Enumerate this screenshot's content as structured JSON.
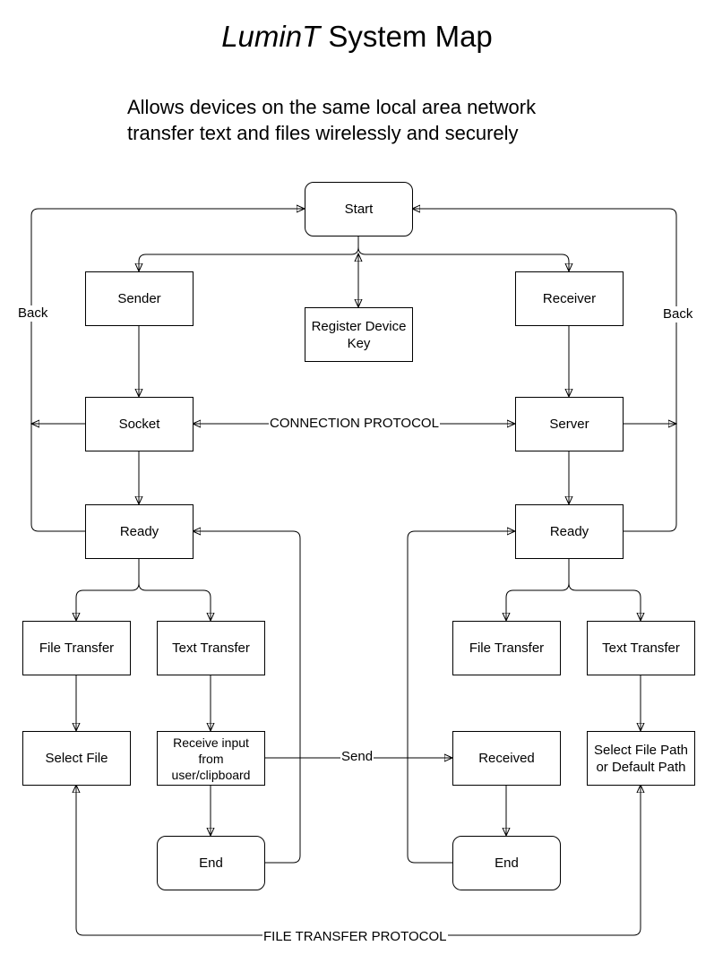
{
  "title": {
    "italic": "LuminT",
    "rest": " System Map"
  },
  "subtitle": {
    "line1": "Allows devices on the same local area network",
    "line2": "transfer text and files wirelessly and securely"
  },
  "nodes": {
    "start": "Start",
    "sender": "Sender",
    "register": "Register Device Key",
    "receiver": "Receiver",
    "socket": "Socket",
    "server": "Server",
    "ready_left": "Ready",
    "ready_right": "Ready",
    "file_transfer_left": "File Transfer",
    "text_transfer_left": "Text Transfer",
    "file_transfer_right": "File Transfer",
    "text_transfer_right": "Text Transfer",
    "select_file": "Select File",
    "receive_input": "Receive input from user/clipboard",
    "received": "Received",
    "select_path": "Select File Path or Default Path",
    "end_left": "End",
    "end_right": "End"
  },
  "edge_labels": {
    "back_left": "Back",
    "back_right": "Back",
    "connection_protocol": "CONNECTION PROTOCOL",
    "send": "Send",
    "file_transfer_protocol": "FILE TRANSFER PROTOCOL"
  }
}
